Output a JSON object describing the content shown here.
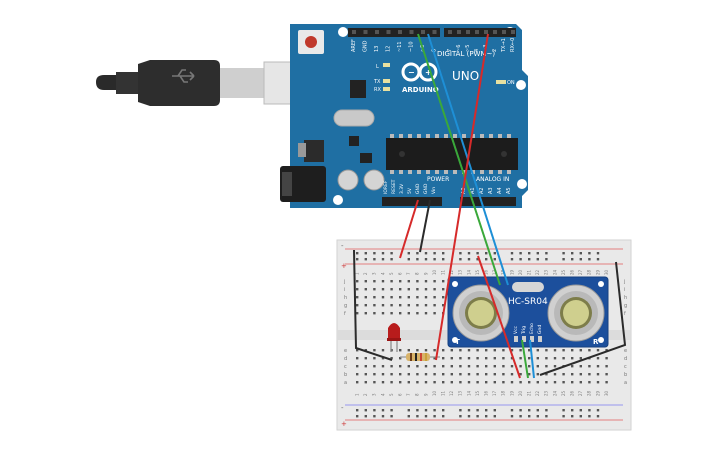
{
  "arduino": {
    "brand": "ARDUINO",
    "model": "UNO",
    "digital_label": "DIGITAL (PWM~)",
    "power_label": "POWER",
    "analog_label": "ANALOG IN",
    "on_label": "ON",
    "tx_label": "TX",
    "rx_label": "RX",
    "l_label": "L",
    "digital_pins": [
      "AREF",
      "GND",
      "13",
      "12",
      "~11",
      "~10",
      "~9",
      "8",
      "7",
      "~6",
      "~5",
      "4",
      "~3",
      "2",
      "TX→1",
      "RX←0"
    ],
    "power_pins": [
      "IOREF",
      "RESET",
      "3.3V",
      "5V",
      "GND",
      "GND",
      "Vin"
    ],
    "analog_pins": [
      "A0",
      "A1",
      "A2",
      "A3",
      "A4",
      "A5"
    ]
  },
  "sensor": {
    "model": "HC-SR04",
    "pins": [
      "Vcc",
      "Trig",
      "Echo",
      "Gnd"
    ],
    "t_label": "T",
    "r_label": "R"
  },
  "breadboard": {
    "row_letters_top": [
      "j",
      "i",
      "h",
      "g",
      "f"
    ],
    "row_letters_bottom": [
      "e",
      "d",
      "c",
      "b",
      "a"
    ],
    "column_numbers": [
      "1",
      "2",
      "3",
      "4",
      "5",
      "6",
      "7",
      "8",
      "9",
      "10",
      "11",
      "12",
      "13",
      "14",
      "15",
      "16",
      "17",
      "18",
      "19",
      "20",
      "21",
      "22",
      "23",
      "24",
      "25",
      "26",
      "27",
      "28",
      "29",
      "30"
    ],
    "rail_plus": "+",
    "rail_minus": "-"
  },
  "colors": {
    "board": "#1f6fa3",
    "board_dark": "#14507a",
    "sensor_board": "#1c4f9c",
    "wire_red": "#d62a2a",
    "wire_black": "#2b2b2b",
    "wire_green": "#3aa83a",
    "wire_blue": "#1e8fd6",
    "led": "#b81c1c"
  }
}
